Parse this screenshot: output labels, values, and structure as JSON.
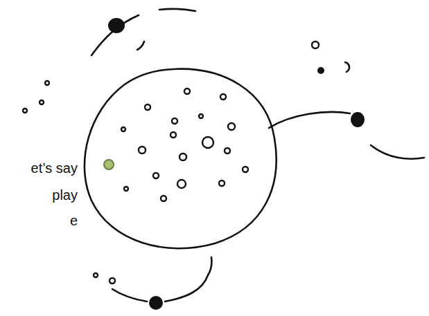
{
  "diagram": {
    "labels": [
      "et’s say",
      "play",
      "e"
    ]
  }
}
